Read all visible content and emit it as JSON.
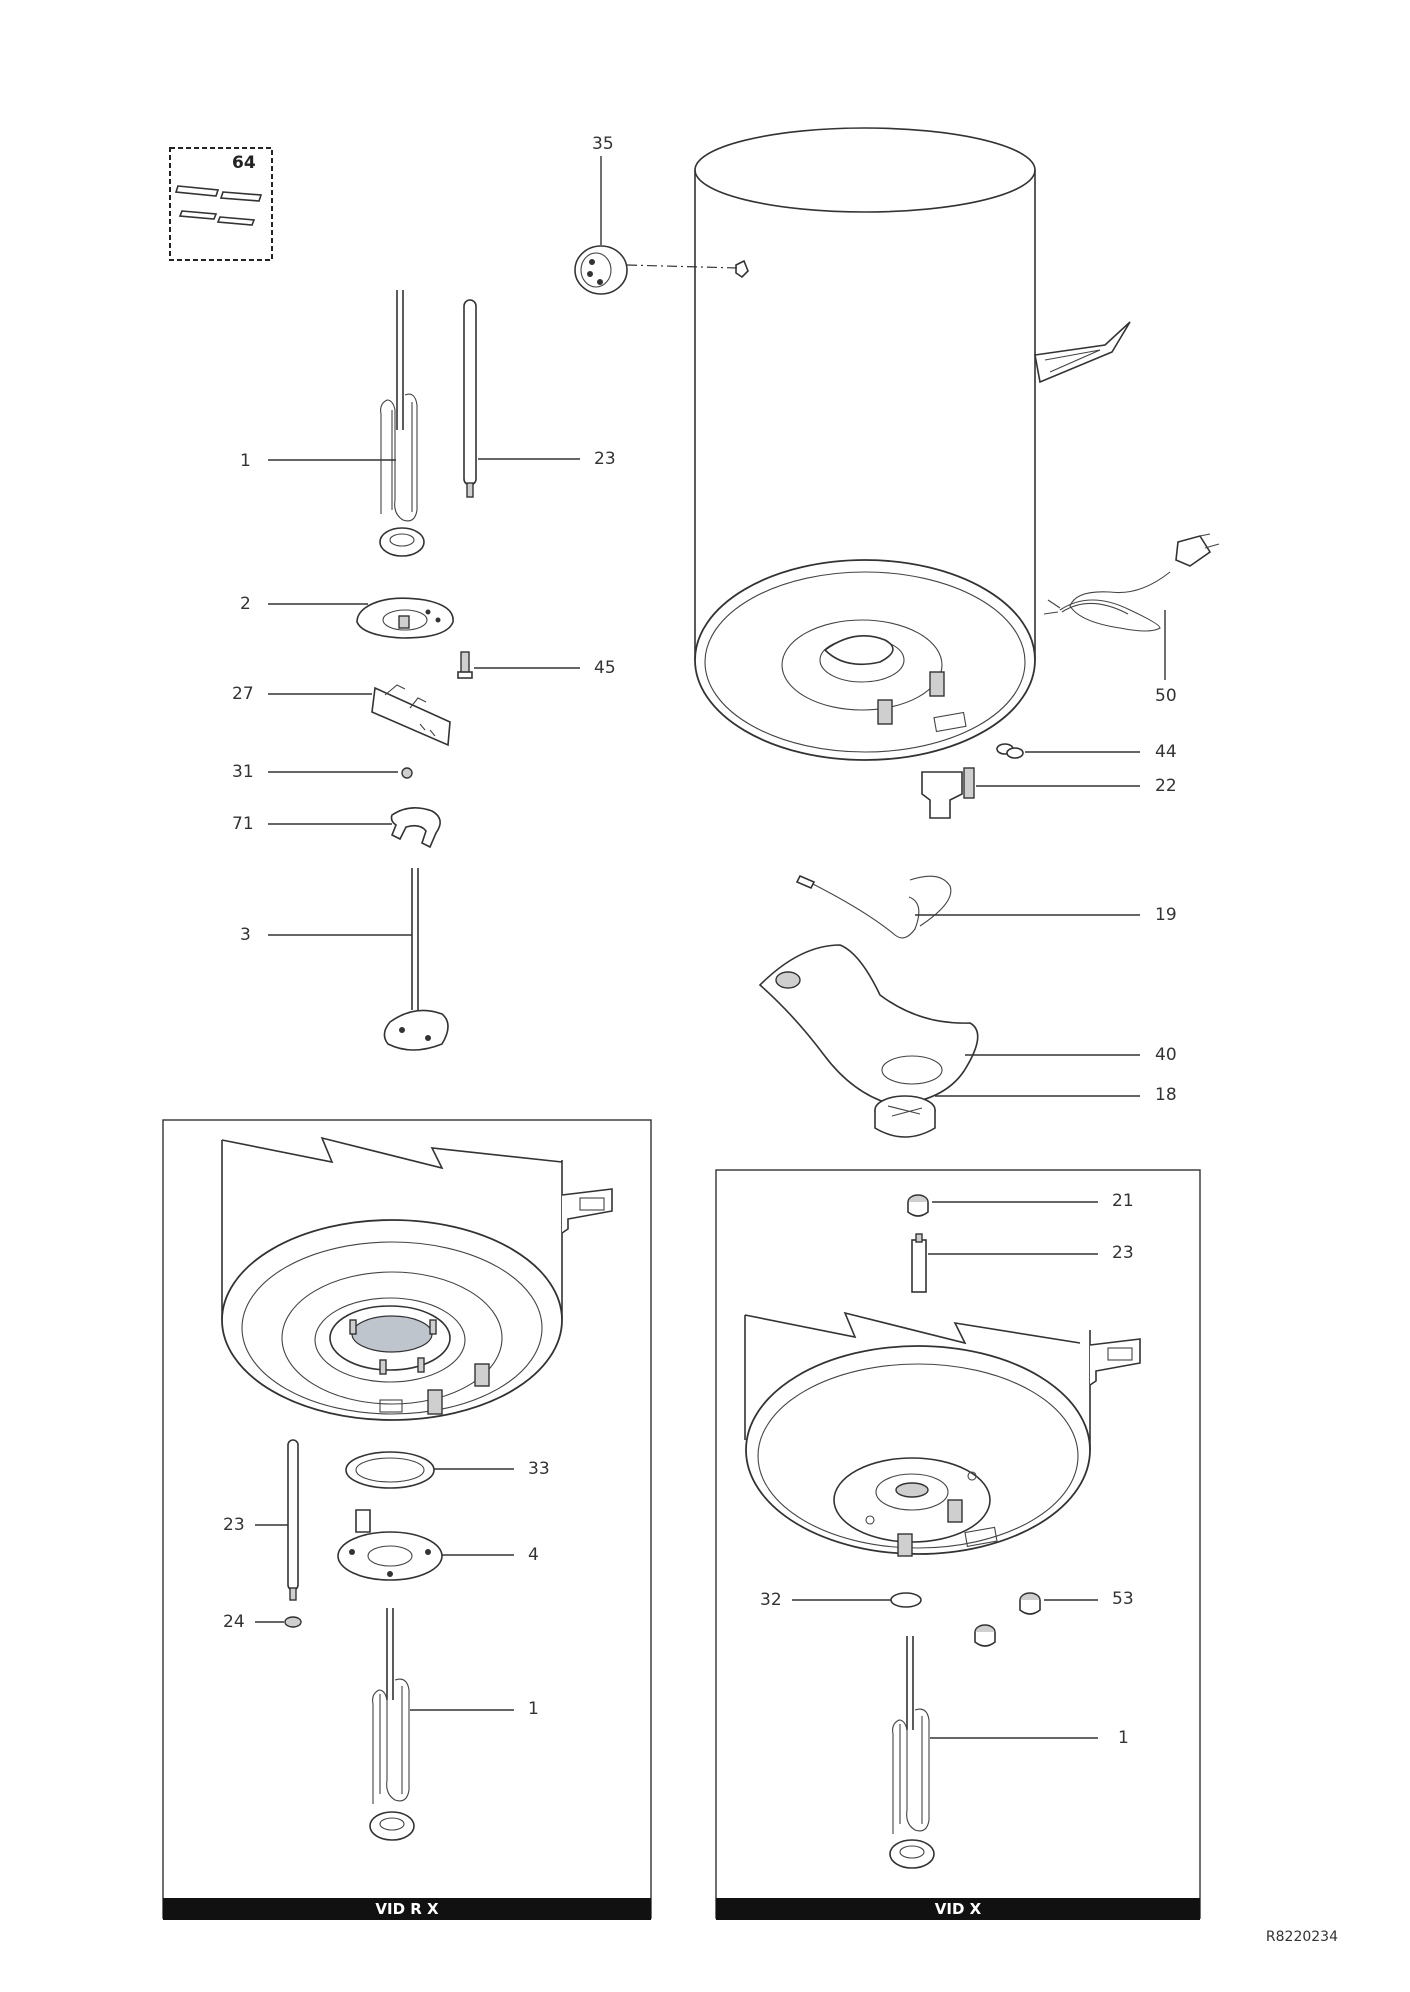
{
  "kit_label": "64",
  "callouts": {
    "c35": "35",
    "c1": "1",
    "c23": "23",
    "c2": "2",
    "c45": "45",
    "c27": "27",
    "c31": "31",
    "c71": "71",
    "c3": "3",
    "c50": "50",
    "c44": "44",
    "c22": "22",
    "c19": "19",
    "c40": "40",
    "c18": "18"
  },
  "panel_left": {
    "title": "VID R X",
    "callouts": {
      "c33": "33",
      "c23": "23",
      "c4": "4",
      "c24": "24",
      "c1": "1"
    }
  },
  "panel_right": {
    "title": "VID X",
    "callouts": {
      "c21": "21",
      "c23": "23",
      "c32": "32",
      "c53": "53",
      "c1": "1"
    }
  },
  "reference_code": "R8220234"
}
